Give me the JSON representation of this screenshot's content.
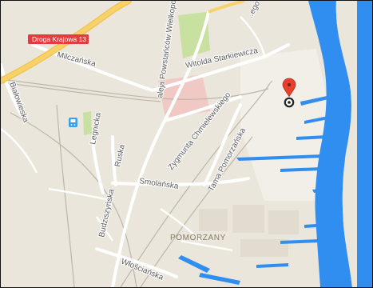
{
  "map": {
    "highway_badge": "Droga Krajowa 13",
    "streets": {
      "milczanska": "Milczańska",
      "bialowieska": "Białowieska",
      "witolda_starkiewicza": "Witolda Starkiewicza",
      "aleja_powstancow": "aleja Powstańców Wielkopolskich",
      "zygmunta_chmielewskiego": "Zygmunta Chmielewskiego",
      "legnicka": "Legnicka",
      "ruska": "Ruska",
      "smolanska": "Smolańska",
      "tama_pomorzanska": "Tama Pomorzańska",
      "budziszynska": "Budziszyńska",
      "wloscianska": "Włościańska",
      "top_road": "..ego"
    },
    "district": "POMORZANY",
    "colors": {
      "land": "#ebe6dc",
      "water": "#2f8ef0",
      "park": "#c8e0a0",
      "hospital": "#f0c8c4",
      "highway": "#f7d26a",
      "road": "#ffffff",
      "marker": "#e5412d",
      "badge": "#e43c3c"
    }
  }
}
